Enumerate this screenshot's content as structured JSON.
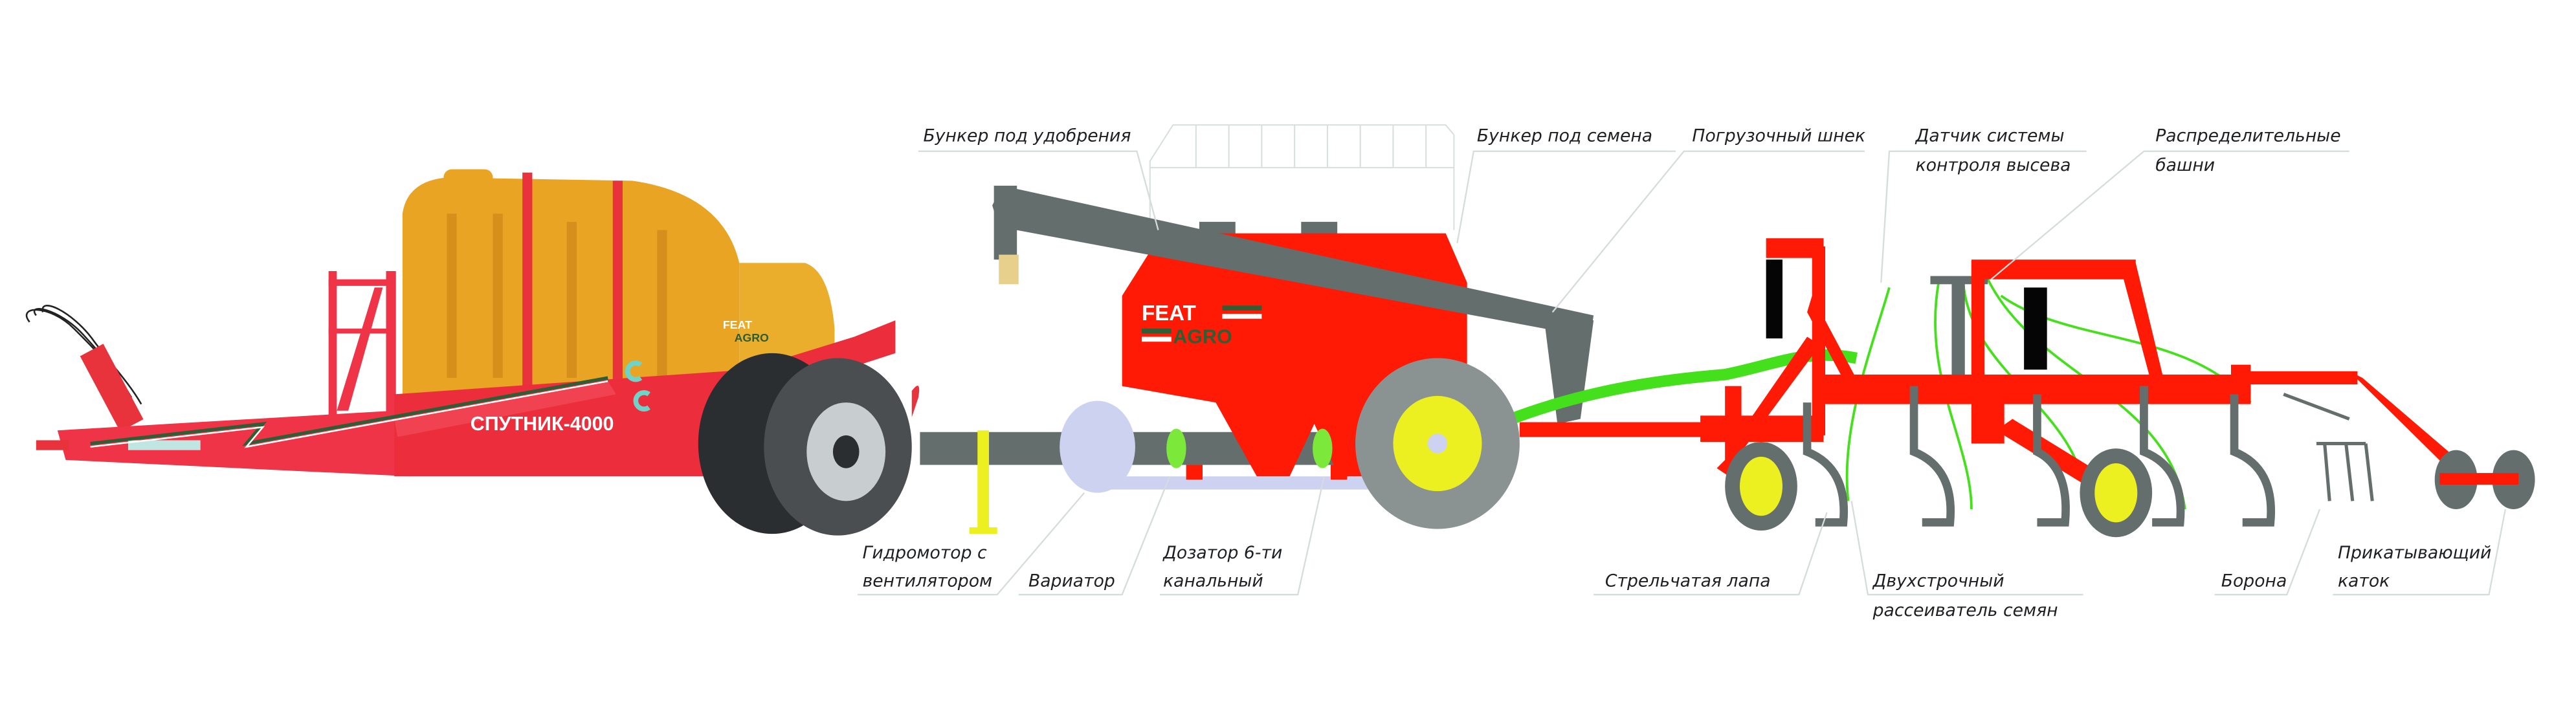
{
  "machine": {
    "model_name": "СПУТНИК-4000",
    "brand_top": "FEAT",
    "brand_bottom": "AGRO"
  },
  "colors": {
    "frame_red": "#FF1A05",
    "trailer_red": "#E8323C",
    "tank_orange": "#E9A424",
    "steel_gray": "#636E6D",
    "hose_green": "#44E01C",
    "hub_yellow": "#EDF020",
    "fan_lavender": "#CDD2F0"
  },
  "labels": {
    "fert_hopper": {
      "line1": "Бункер под удобрения"
    },
    "seed_hopper": {
      "line1": "Бункер под семена"
    },
    "auger": {
      "line1": "Погрузочный шнек"
    },
    "sensor": {
      "line1": "Датчик системы",
      "line2": "контроля высева"
    },
    "towers": {
      "line1": "Распределительные",
      "line2": "башни"
    },
    "hydromotor": {
      "line1": "Гидромотор с",
      "line2": "вентилятором"
    },
    "variator": {
      "line1": "Вариатор"
    },
    "doser": {
      "line1": "Дозатор 6-ти",
      "line2": "канальный"
    },
    "sweep": {
      "line1": "Стрельчатая лапа"
    },
    "spreader": {
      "line1": "Двухстрочный",
      "line2": "рассеиватель семян"
    },
    "harrow": {
      "line1": "Борона"
    },
    "roller": {
      "line1": "Прикатывающий",
      "line2": "каток"
    }
  }
}
